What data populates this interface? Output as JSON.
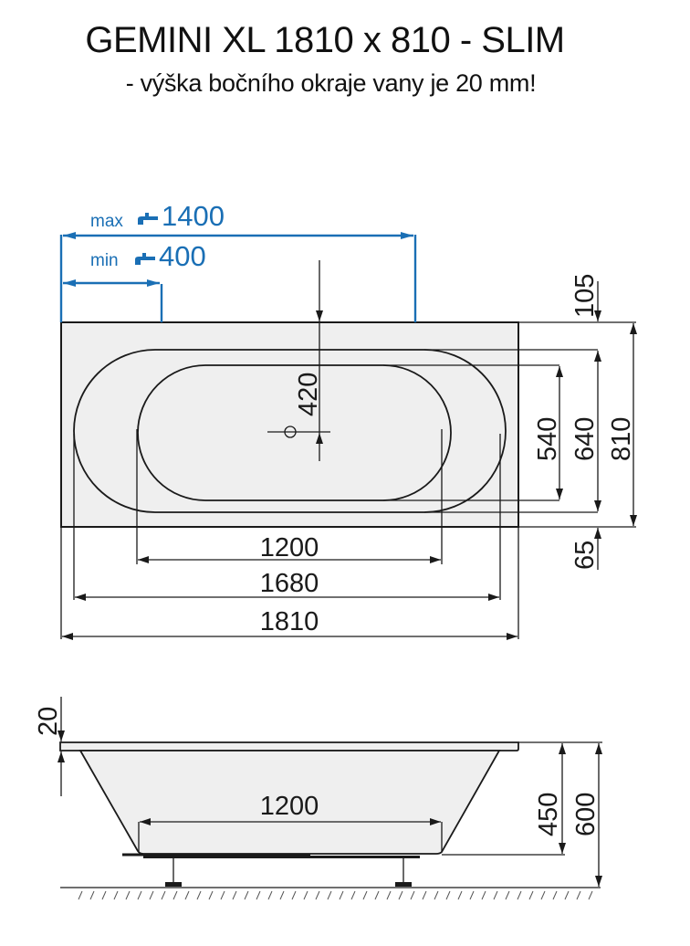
{
  "header": {
    "title": "GEMINI XL 1810 x 810 - SLIM",
    "subtitle": "- výška bočního okraje vany je 20 mm!"
  },
  "colors": {
    "accent_blue": "#1a6fb5",
    "line": "#1a1a1a",
    "tub_fill": "#efefef"
  },
  "top_view": {
    "faucet_max": {
      "prefix": "max",
      "icon": "faucet-icon",
      "value": "1400"
    },
    "faucet_min": {
      "prefix": "min",
      "icon": "faucet-icon",
      "value": "400"
    },
    "drain_offset": "420",
    "widths": {
      "inner_flat": "1200",
      "inner_outer": "1680",
      "overall": "1810"
    },
    "heights": {
      "top_rim": "105",
      "inner": "540",
      "outer_inner": "640",
      "overall": "810",
      "bottom_rim": "65"
    }
  },
  "side_view": {
    "rim_height": "20",
    "bottom_length": "1200",
    "depth": "450",
    "total_height": "600"
  }
}
